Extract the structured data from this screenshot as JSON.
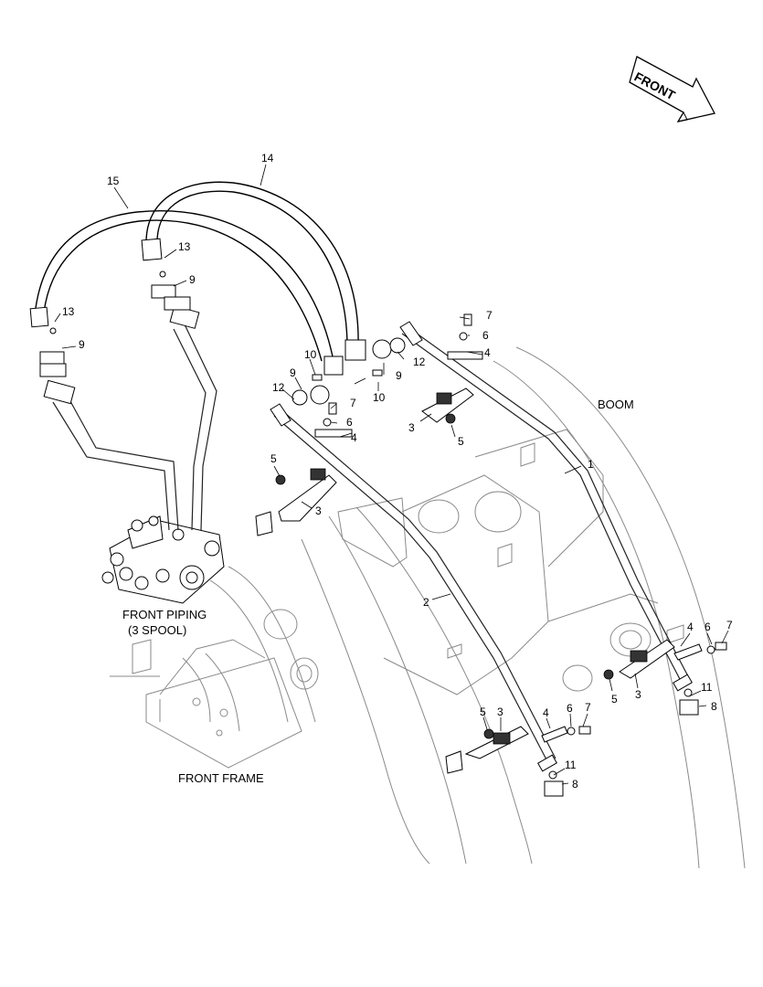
{
  "labels": {
    "front_arrow": "FRONT",
    "boom": "BOOM",
    "front_piping_line1": "FRONT PIPING",
    "front_piping_line2": "(3 SPOOL)",
    "front_frame": "FRONT FRAME"
  },
  "callouts": [
    {
      "id": "c15",
      "text": "15"
    },
    {
      "id": "c14",
      "text": "14"
    },
    {
      "id": "c13a",
      "text": "13"
    },
    {
      "id": "c9a",
      "text": "9"
    },
    {
      "id": "c13b",
      "text": "13"
    },
    {
      "id": "c9b",
      "text": "9"
    },
    {
      "id": "c7a",
      "text": "7"
    },
    {
      "id": "c6a",
      "text": "6"
    },
    {
      "id": "c4a",
      "text": "4"
    },
    {
      "id": "c12a",
      "text": "12"
    },
    {
      "id": "c9c",
      "text": "9"
    },
    {
      "id": "c10a",
      "text": "10"
    },
    {
      "id": "c10b",
      "text": "10"
    },
    {
      "id": "c9d",
      "text": "9"
    },
    {
      "id": "c12b",
      "text": "12"
    },
    {
      "id": "c7b",
      "text": "7"
    },
    {
      "id": "c6b",
      "text": "6"
    },
    {
      "id": "c4b",
      "text": "4"
    },
    {
      "id": "c3a",
      "text": "3"
    },
    {
      "id": "c5a",
      "text": "5"
    },
    {
      "id": "c1",
      "text": "1"
    },
    {
      "id": "c5b",
      "text": "5"
    },
    {
      "id": "c3b",
      "text": "3"
    },
    {
      "id": "c2",
      "text": "2"
    },
    {
      "id": "c4c",
      "text": "4"
    },
    {
      "id": "c6c",
      "text": "6"
    },
    {
      "id": "c7c",
      "text": "7"
    },
    {
      "id": "c5c",
      "text": "5"
    },
    {
      "id": "c3c",
      "text": "3"
    },
    {
      "id": "c11a",
      "text": "11"
    },
    {
      "id": "c8a",
      "text": "8"
    },
    {
      "id": "c5d",
      "text": "5"
    },
    {
      "id": "c3d",
      "text": "3"
    },
    {
      "id": "c4d",
      "text": "4"
    },
    {
      "id": "c6d",
      "text": "6"
    },
    {
      "id": "c7d",
      "text": "7"
    },
    {
      "id": "c11b",
      "text": "11"
    },
    {
      "id": "c8b",
      "text": "8"
    }
  ]
}
